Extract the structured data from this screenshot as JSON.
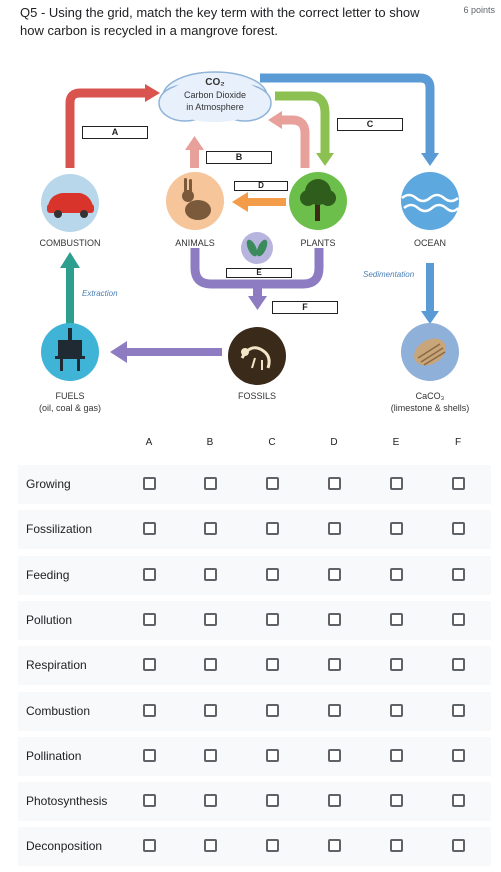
{
  "question": {
    "text": "Q5 - Using the grid, match the key term with the correct letter to show how carbon is recycled in a mangrove forest.",
    "points": "6 points"
  },
  "diagram": {
    "cloud_title": "CO₂",
    "cloud_line1": "Carbon Dioxide",
    "cloud_line2": "in Atmosphere",
    "boxes": [
      "A",
      "B",
      "C",
      "D",
      "E",
      "F"
    ],
    "nodes": {
      "combustion": "COMBUSTION",
      "animals": "ANIMALS",
      "plants": "PLANTS",
      "ocean": "OCEAN",
      "fuels": "FUELS",
      "fuels_sub": "(oil, coal & gas)",
      "fossils": "FOSSILS",
      "caco3": "CaCO₃",
      "caco3_sub": "(limestone & shells)"
    },
    "extraction": "Extraction",
    "sedimentation": "Sedimentation"
  },
  "grid": {
    "columns": [
      "A",
      "B",
      "C",
      "D",
      "E",
      "F"
    ],
    "rows": [
      "Growing",
      "Fossilization",
      "Feeding",
      "Pollution",
      "Respiration",
      "Combustion",
      "Pollination",
      "Photosynthesis",
      "Deconposition"
    ]
  },
  "colors": {
    "red_arrow": "#d9534f",
    "green_arrow": "#8cc152",
    "pink_arrow": "#e8a09a",
    "blue_arrow": "#5b9bd5",
    "purple_arrow": "#8e7cc3",
    "orange_arrow": "#f39c4a",
    "teal_arrow": "#2e9e8f"
  }
}
